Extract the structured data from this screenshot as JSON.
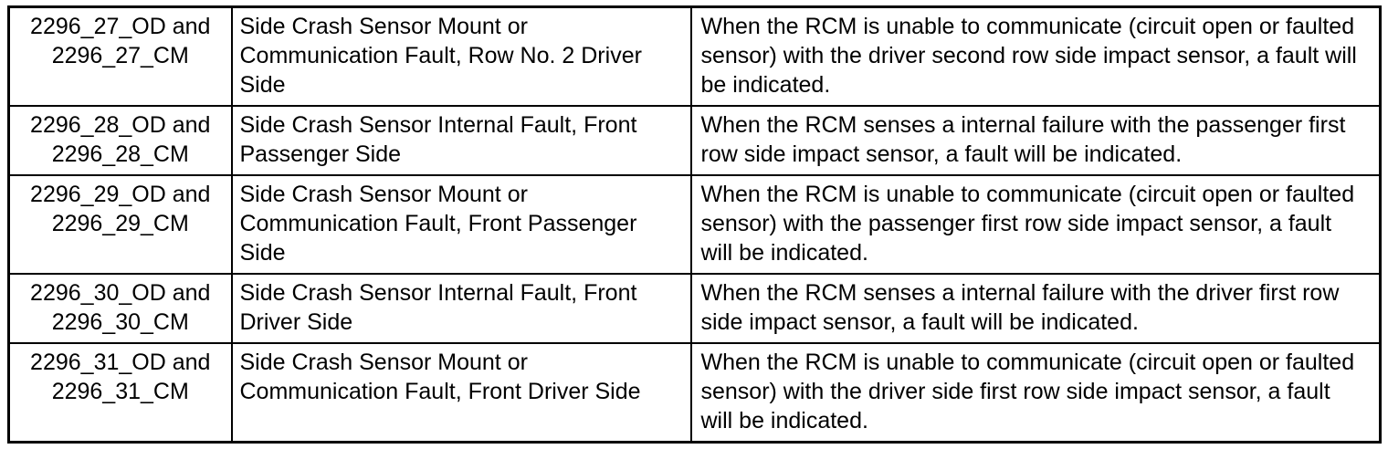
{
  "page": {
    "background_color": "#ffffff",
    "border_color": "#000000",
    "text_color": "#000000"
  },
  "table": {
    "description": "Restraint Control Module (RCM) side crash sensor diagnostic trouble code table",
    "columns": [
      "dtc-code",
      "fault-name",
      "fault-description"
    ],
    "rows": [
      {
        "code": "2296_27_OD and 2296_27_CM",
        "fault_name": "Side Crash Sensor Mount or Communication Fault, Row No. 2 Driver Side",
        "fault_description": "When the RCM is unable to communicate (circuit open or faulted sensor) with the driver second row side impact sensor, a fault will be indicated."
      },
      {
        "code": "2296_28_OD and 2296_28_CM",
        "fault_name": "Side Crash Sensor Internal Fault, Front Passenger Side",
        "fault_description": "When the RCM senses a internal failure with the passenger first row side impact sensor, a fault will be indicated."
      },
      {
        "code": "2296_29_OD and 2296_29_CM",
        "fault_name": "Side Crash Sensor Mount or Communication Fault, Front Passenger Side",
        "fault_description": "When the RCM is unable to communicate (circuit open or faulted sensor) with the passenger first row side impact sensor, a fault will be indicated."
      },
      {
        "code": "2296_30_OD and 2296_30_CM",
        "fault_name": "Side Crash Sensor Internal Fault, Front Driver Side",
        "fault_description": "When the RCM senses a internal failure with the driver first row side impact sensor, a fault will be indicated."
      },
      {
        "code": "2296_31_OD and 2296_31_CM",
        "fault_name": "Side Crash Sensor Mount or Communication Fault, Front Driver Side",
        "fault_description": "When the RCM is unable to communicate (circuit open or faulted sensor) with the driver side first row side impact sensor, a fault will be indicated."
      }
    ]
  }
}
